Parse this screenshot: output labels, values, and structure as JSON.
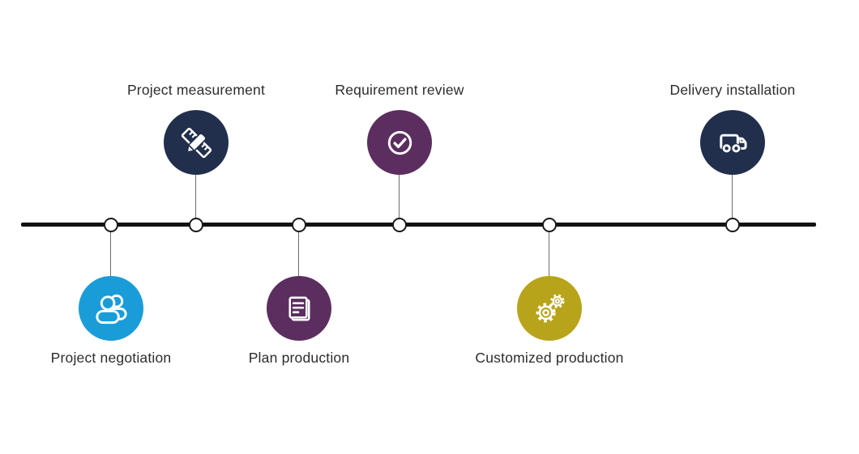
{
  "diagram": {
    "type": "horizontal-process-timeline",
    "background": "#ffffff",
    "timeline": {
      "color": "#121212",
      "node_fill": "#ffffff",
      "node_border": "#1a1a1a",
      "connector_color": "#6e6e6e"
    },
    "label_color": "#2c2c2c",
    "icon_stroke_color": "#ffffff"
  },
  "steps": [
    {
      "label": "Project negotiation",
      "icon": "people-icon",
      "color": "#1A9CD8",
      "position": "below"
    },
    {
      "label": "Project measurement",
      "icon": "ruler-pencil-icon",
      "color": "#212F4D",
      "position": "above"
    },
    {
      "label": "Plan production",
      "icon": "document-icon",
      "color": "#5C2E60",
      "position": "below"
    },
    {
      "label": "Requirement review",
      "icon": "check-circle-icon",
      "color": "#5C2E60",
      "position": "above"
    },
    {
      "label": "Customized production",
      "icon": "gears-icon",
      "color": "#B8A41B",
      "position": "below"
    },
    {
      "label": "Delivery installation",
      "icon": "truck-icon",
      "color": "#212F4D",
      "position": "above"
    }
  ]
}
